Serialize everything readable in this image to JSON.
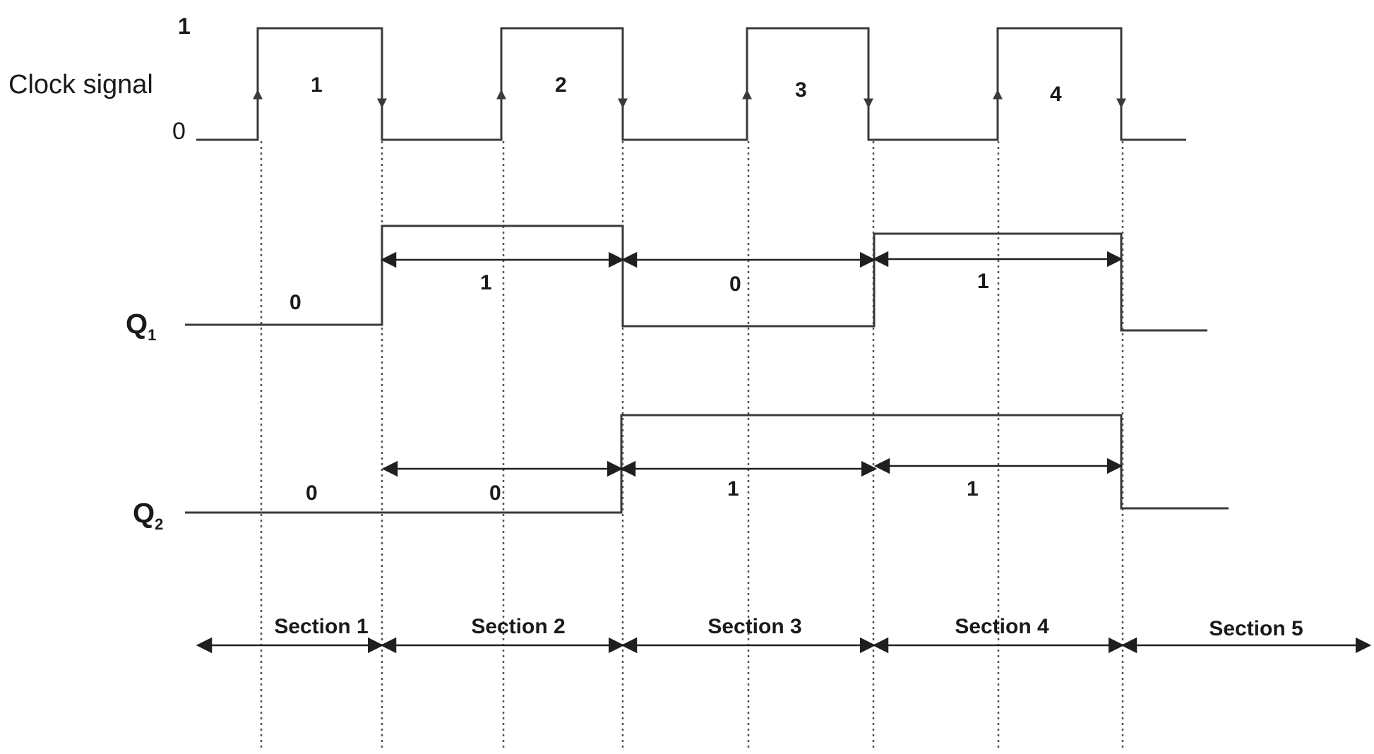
{
  "clock": {
    "label": "Clock signal",
    "level_high": "1",
    "level_low": "0",
    "pulse_numbers": [
      "1",
      "2",
      "3",
      "4"
    ]
  },
  "q1": {
    "label_main": "Q",
    "label_sub": "1",
    "values": [
      "0",
      "1",
      "0",
      "1"
    ]
  },
  "q2": {
    "label_main": "Q",
    "label_sub": "2",
    "values": [
      "0",
      "0",
      "1",
      "1"
    ]
  },
  "sections": [
    "Section 1",
    "Section 2",
    "Section 3",
    "Section 4",
    "Section 5"
  ],
  "colors": {
    "line": "#3a3a3a",
    "guide": "#555555",
    "text": "#1a1a1a",
    "background": "#ffffff"
  }
}
